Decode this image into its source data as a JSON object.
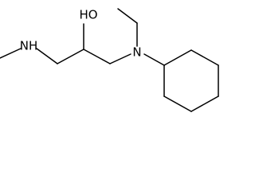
{
  "structure": {
    "atoms": {
      "hydroxyl": "HO",
      "methylamine_nitrogen": "NH",
      "tertiary_nitrogen": "N"
    }
  }
}
